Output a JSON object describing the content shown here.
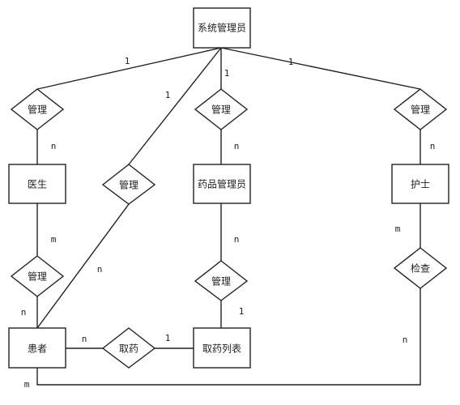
{
  "entities": {
    "admin": "系统管理员",
    "doctor": "医生",
    "pharmacist": "药品管理员",
    "nurse": "护士",
    "patient": "患者",
    "pickup_list": "取药列表"
  },
  "relationships": {
    "admin_doctor": "管理",
    "admin_patient": "管理",
    "admin_pharmacist": "管理",
    "admin_nurse": "管理",
    "doctor_patient": "管理",
    "pharmacist_list": "管理",
    "nurse_check": "检查",
    "patient_pickup": "取药"
  },
  "cardinalities": {
    "admin_doctor_1": "1",
    "admin_patient_1": "1",
    "admin_pharmacist_1": "1",
    "admin_nurse_1": "1",
    "doctor_n": "n",
    "pharmacist_n": "n",
    "nurse_n": "n",
    "doctor_m": "m",
    "patient_n_doctor": "n",
    "patient_n_admin": "n",
    "pharmacist_n2": "n",
    "list_1": "1",
    "patient_n_pickup": "n",
    "pickup_1": "1",
    "nurse_m": "m",
    "check_n": "n",
    "patient_m": "m"
  },
  "colors": {
    "stroke": "#222222",
    "fill": "#ffffff"
  }
}
